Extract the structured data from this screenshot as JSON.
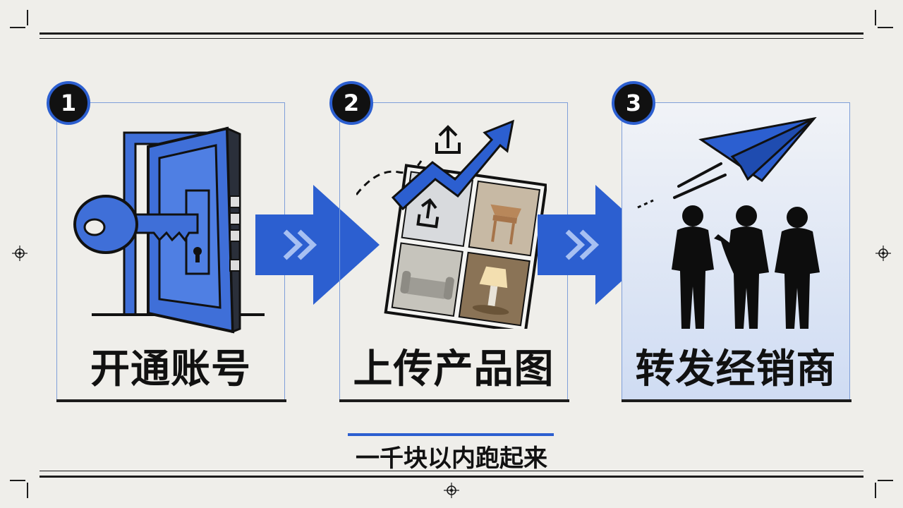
{
  "steps": [
    {
      "number": "1",
      "label": "开通账号",
      "icon": "door-key-icon"
    },
    {
      "number": "2",
      "label": "上传产品图",
      "icon": "product-photos-upload-icon"
    },
    {
      "number": "3",
      "label": "转发经销商",
      "icon": "paper-plane-people-icon"
    }
  ],
  "tagline": "一千块以内跑起来",
  "colors": {
    "accent": "#2c5fd0",
    "ink": "#111111",
    "background": "#efeeea"
  }
}
